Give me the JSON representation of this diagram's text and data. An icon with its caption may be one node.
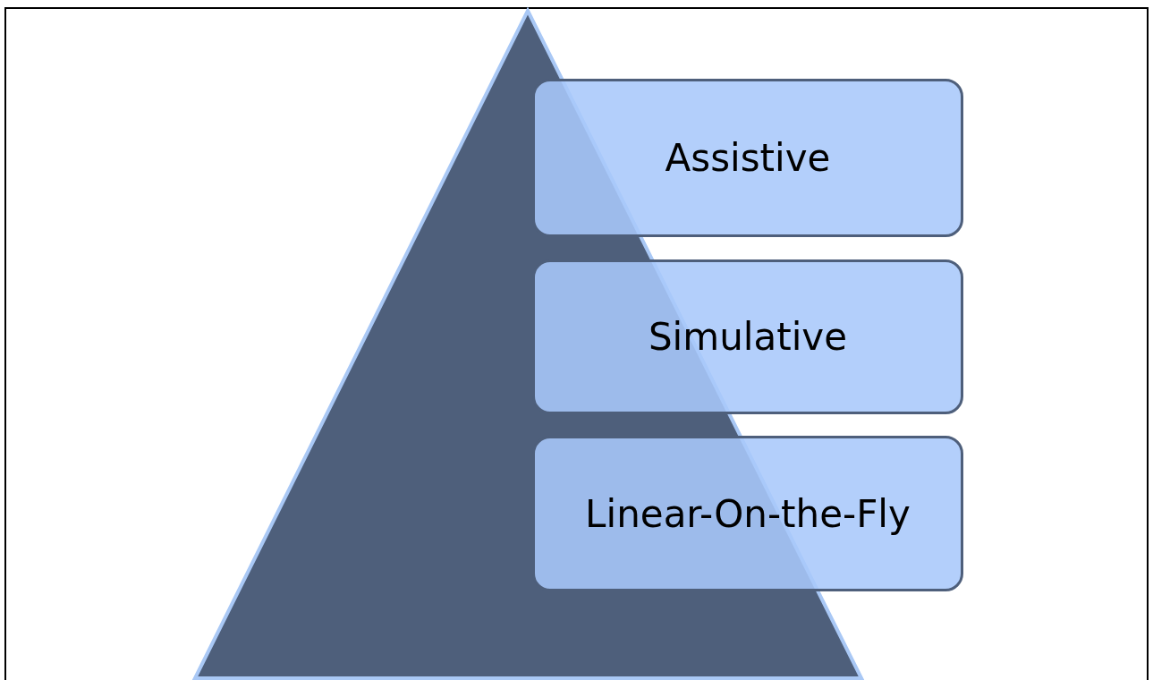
{
  "diagram": {
    "nodes": [
      {
        "text": [
          "Assistive"
        ]
      },
      {
        "text": [
          "Simulative"
        ]
      },
      {
        "text": [
          "Linear-On-the-Fly"
        ]
      }
    ]
  }
}
